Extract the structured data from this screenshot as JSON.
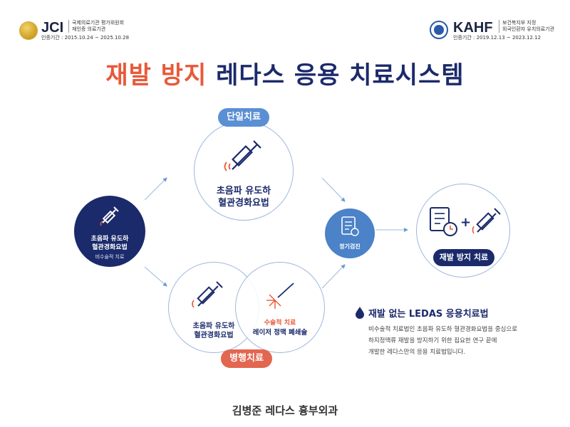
{
  "header": {
    "jci": {
      "name": "JCI",
      "desc_line1": "국제의료기관 평가위원회",
      "desc_line2": "재인증 의료기관",
      "period": "인증기간 : 2015.10.24 ~ 2025.10.28"
    },
    "kahf": {
      "name": "KAHF",
      "desc_line1": "보건복지부 지정",
      "desc_line2": "외국인환자 유치의료기관",
      "period": "인증기간 : 2019.12.13 ~ 2023.12.12"
    }
  },
  "title": {
    "part1": "재발 방지 ",
    "part2": "레다스 응용 치료시스템"
  },
  "left_node": {
    "line1": "초음파 유도하",
    "line2": "혈관경화요법",
    "sub": "비수술적 치료",
    "icon": "syringe-icon"
  },
  "single": {
    "pill": "단일치료",
    "line1": "초음파 유도하",
    "line2": "혈관경화요법",
    "icon": "syringe-icon"
  },
  "combined": {
    "pill": "병행치료",
    "left": {
      "line1": "초음파 유도하",
      "line2": "혈관경화요법",
      "icon": "syringe-icon"
    },
    "right": {
      "line1": "수술적 치료",
      "line2": "레이저 정맥 폐쇄술",
      "icon": "laser-icon"
    }
  },
  "checkup": {
    "label": "정기검진",
    "icon": "checklist-icon"
  },
  "result": {
    "label": "재발 방지 치료",
    "plus": "+",
    "icons": [
      "checklist-clock-icon",
      "syringe-icon"
    ]
  },
  "note": {
    "title": "재발 없는 LEDAS 응용치료법",
    "line1": "비수술적 치료법인 초음파 유도하 혈관경화요법을 중심으로",
    "line2": "하지정맥류 재발을 방지하기 위한 집요한 연구 끝에",
    "line3": "개발한 레다스만의 응용 치료법입니다."
  },
  "footer": "김병준 레다스 흉부외과",
  "colors": {
    "navy": "#1b2a6b",
    "accent": "#e8593a",
    "blue": "#4b82c8",
    "light_blue": "#6a9ad6",
    "pill_red": "#e36650"
  }
}
